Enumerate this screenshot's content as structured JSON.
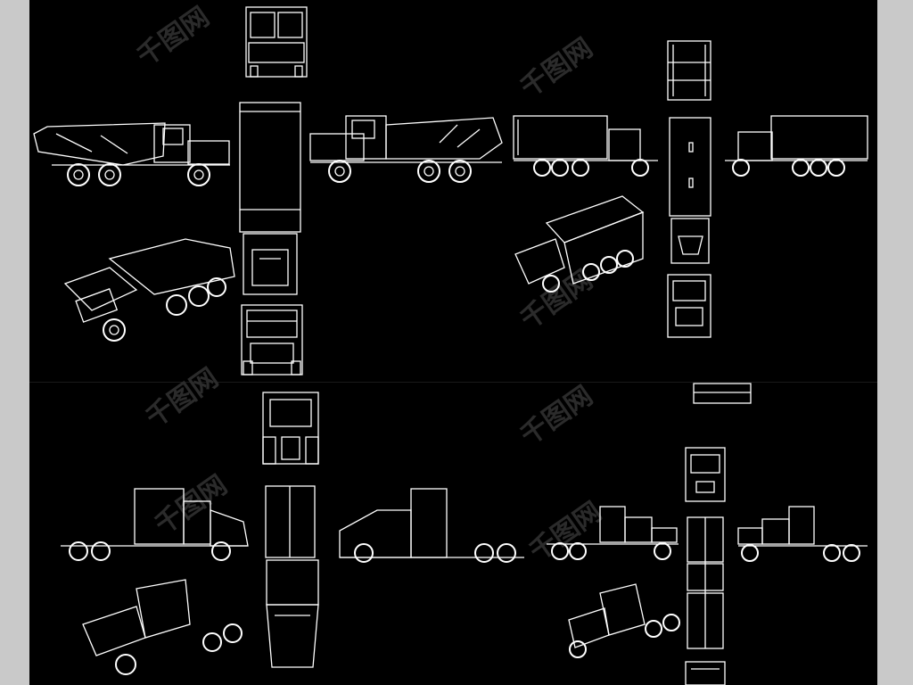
{
  "watermark": {
    "text": "千图网",
    "color": "#2b2b2b"
  },
  "colors": {
    "background": "#000000",
    "line": "#ffffff",
    "border": "#c8c8c8"
  },
  "panels": [
    {
      "id": "dump-truck",
      "views": [
        "front",
        "side-left",
        "top",
        "side-right",
        "iso",
        "rear"
      ]
    },
    {
      "id": "box-truck",
      "views": [
        "rear",
        "side-left",
        "top",
        "side-right",
        "iso",
        "front"
      ]
    },
    {
      "id": "semi-tractor-a",
      "views": [
        "rear",
        "side-left",
        "top",
        "side-right",
        "iso"
      ]
    },
    {
      "id": "semi-tractor-b",
      "views": [
        "rear",
        "side-left",
        "top",
        "side-right",
        "iso",
        "front"
      ]
    }
  ]
}
